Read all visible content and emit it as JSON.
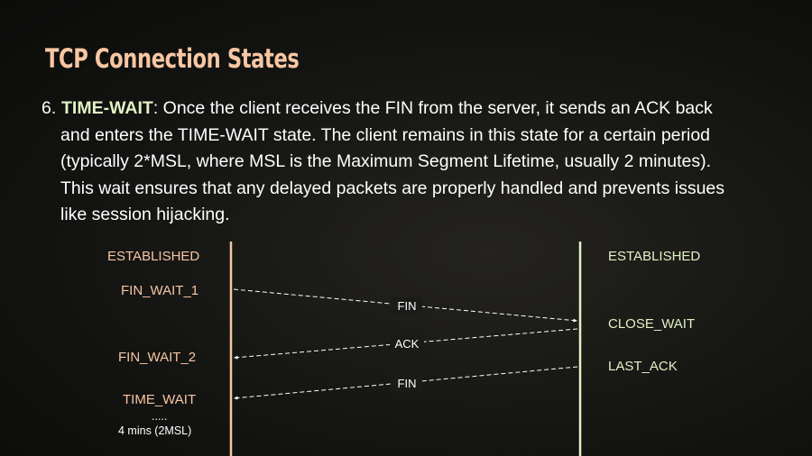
{
  "title": "TCP Connection States",
  "paragraph": {
    "number": "6.",
    "term": "TIME-WAIT",
    "line1": ": Once the client receives the FIN from the server, it sends an ACK back",
    "line2": "and enters the TIME-WAIT state. The client remains in this state for a certain period",
    "line3": "(typically 2*MSL, where MSL is the Maximum Segment Lifetime, usually 2 minutes).",
    "line4": "This wait ensures that any delayed packets are properly handled and prevents issues",
    "line5": "like session hijacking."
  },
  "diagram": {
    "client_states": [
      "ESTABLISHED",
      "FIN_WAIT_1",
      "FIN_WAIT_2",
      "TIME_WAIT"
    ],
    "server_states": [
      "ESTABLISHED",
      "CLOSE_WAIT",
      "LAST_ACK"
    ],
    "messages": [
      {
        "label": "FIN",
        "direction": "client-to-server"
      },
      {
        "label": "ACK",
        "direction": "server-to-client"
      },
      {
        "label": "FIN",
        "direction": "server-to-client"
      }
    ],
    "wait_dots": ".....",
    "wait_note": "4 mins (2MSL)",
    "colors": {
      "client_line": "#f7c6a3",
      "server_line": "#e2f2c4",
      "message": "#ffffff"
    }
  }
}
